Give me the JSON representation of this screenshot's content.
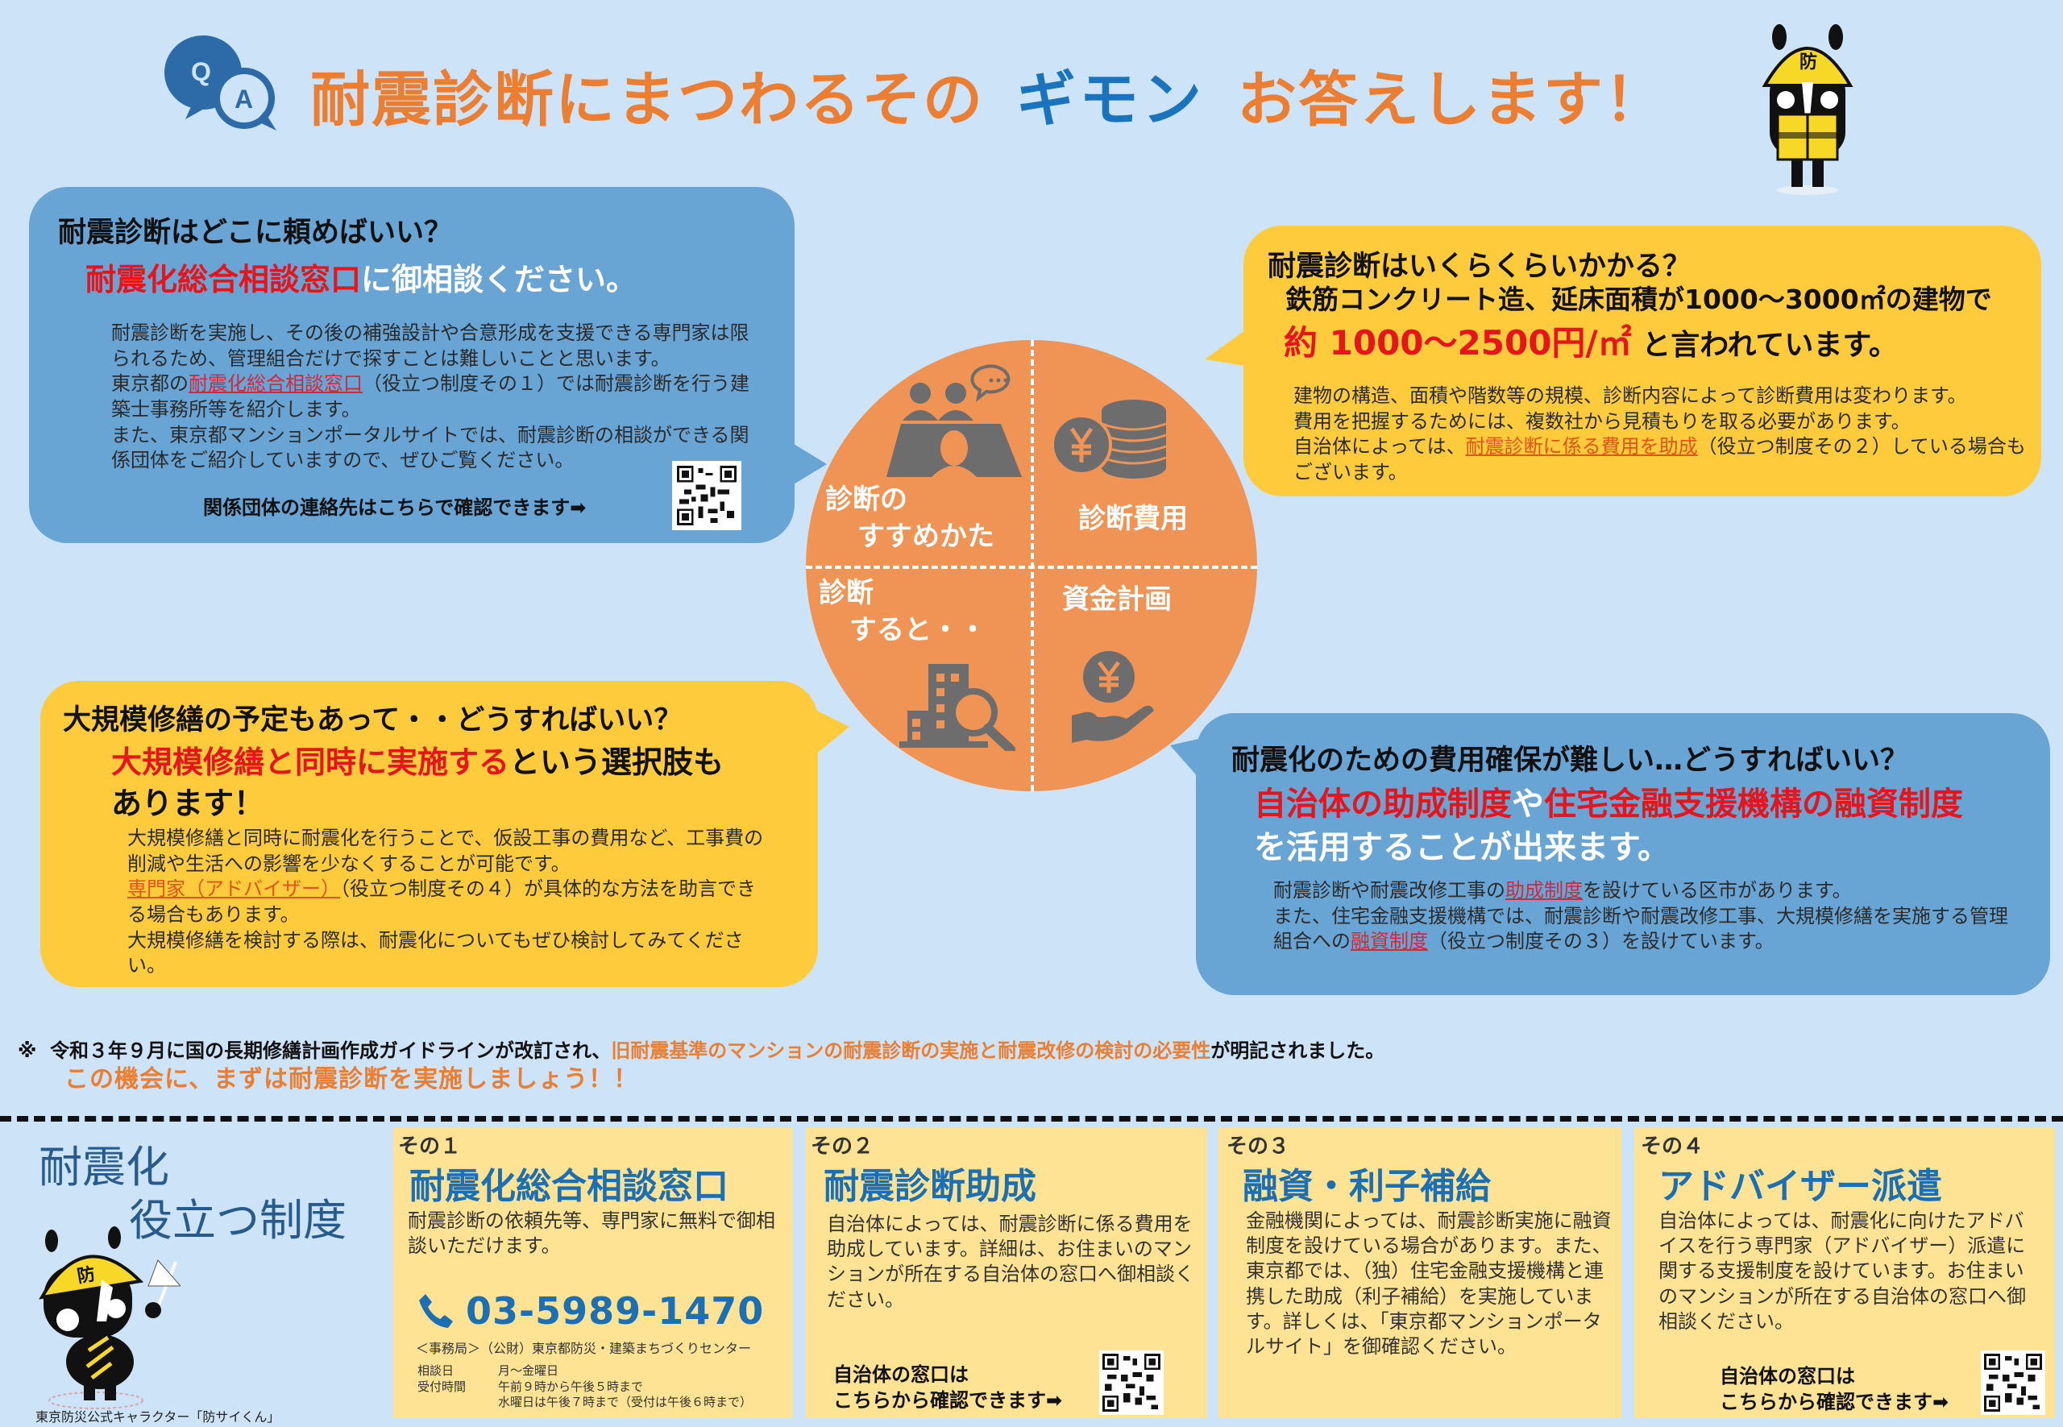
{
  "header": {
    "title_part1": "耐震診断にまつわるその",
    "title_highlight": "ギモン",
    "title_part2": "お答えします！",
    "qa_icon_q": "Q",
    "qa_icon_a": "A",
    "mascot_helmet_char": "防"
  },
  "colors": {
    "background": "#cde3f8",
    "orange": "#ec7e32",
    "blue_title": "#1a73bd",
    "bubble_blue": "#68a4d4",
    "bubble_yellow": "#fecb3c",
    "circle_orange": "#ef9455",
    "red": "#e8141b",
    "card_yellow": "#fee395"
  },
  "qa": {
    "where": {
      "question": "耐震診断はどこに頼めばいい？",
      "answer_red": "耐震化総合相談窓口",
      "answer_rest": "に御相談ください。",
      "body_line1": "耐震診断を実施し、その後の補強設計や合意形成を支援できる専門家は限られるため、管理組合だけで探すことは難しいことと思います。",
      "body_line2_pre": "東京都の",
      "body_line2_link": "耐震化総合相談窓口",
      "body_line2_post": "（役立つ制度その１）では耐震診断を行う建築士事務所等を紹介します。",
      "body_line3": "また、東京都マンションポータルサイトでは、耐震診断の相談ができる関係団体をご紹介していますので、ぜひご覧ください。",
      "cta": "関係団体の連絡先はこちらで確認できます➡"
    },
    "cost": {
      "question": "耐震診断はいくらくらいかかる？",
      "answer_line1": "鉄筋コンクリート造、延床面積が1000～3000㎡の建物で",
      "answer_red": "約 1000～2500円/㎡",
      "answer_rest": " と言われています。",
      "body_line1": "建物の構造、面積や階数等の規模、診断内容によって診断費用は変わります。",
      "body_line2": "費用を把握するためには、複数社から見積もりを取る必要があります。",
      "body_line3_pre": "自治体によっては、",
      "body_line3_link": "耐震診断に係る費用を助成",
      "body_line3_post": "（役立つ制度その２）している場合もございます。"
    },
    "repair": {
      "question": "大規模修繕の予定もあって・・どうすればいい？",
      "answer_red": "大規模修繕と同時に実施する",
      "answer_rest": "という選択肢も",
      "answer_line2": "あります！",
      "body_line1": "大規模修繕と同時に耐震化を行うことで、仮設工事の費用など、工事費の削減や生活への影響を少なくすることが可能です。",
      "body_line2_link": "専門家（アドバイザー）",
      "body_line2_post": "（役立つ制度その４）が具体的な方法を助言できる場合もあります。",
      "body_line3": "大規模修繕を検討する際は、耐震化についてもぜひ検討してみてください。"
    },
    "funding": {
      "question": "耐震化のための費用確保が難しい…どうすればいい？",
      "answer_red1": "自治体の助成制度",
      "answer_white_mid": "や",
      "answer_red2": "住宅金融支援機構の融資制度",
      "answer_line2": "を活用することが出来ます。",
      "body_line1_pre": "耐震診断や耐震改修工事の",
      "body_line1_link": "助成制度",
      "body_line1_post": "を設けている区市があります。",
      "body_line2_pre": "また、住宅金融支援機構では、耐震診断や耐震改修工事、大規模修繕を実施する管理組合への",
      "body_line2_link": "融資制度",
      "body_line2_post": "（役立つ制度その３）を設けています。"
    }
  },
  "circle": {
    "quadrants": [
      {
        "label_line1": "診断の",
        "label_line2": "すすめかた",
        "icon": "meeting-icon"
      },
      {
        "label_line1": "診断費用",
        "label_line2": "",
        "icon": "yen-coins-icon"
      },
      {
        "label_line1": "診断",
        "label_line2": "すると・・",
        "icon": "building-search-icon"
      },
      {
        "label_line1": "資金計画",
        "label_line2": "",
        "icon": "yen-hand-icon"
      }
    ]
  },
  "note": {
    "mark": "※",
    "text_pre": "令和３年９月に国の長期修繕計画作成ガイドラインが改訂され、",
    "text_orange": "旧耐震基準のマンションの耐震診断の実施と耐震改修の検討の必要性",
    "text_post": "が明記されました。",
    "call_to_action": "この機会に、まずは耐震診断を実施しましょう！！"
  },
  "systems": {
    "title_line1": "耐震化",
    "title_line2": "役立つ制度",
    "mascot_caption": "東京防災公式キャラクター「防サイくん」",
    "mascot_helmet_char": "防",
    "cards": [
      {
        "number": "その１",
        "title": "耐震化総合相談窓口",
        "body": "耐震診断の依頼先等、専門家に無料で御相談いただけます。",
        "phone": "03-5989-1470",
        "office": "＜事務局＞（公財）東京都防災・建築まちづくりセンター",
        "hours_label1": "相談日",
        "hours_value1": "月～金曜日",
        "hours_label2": "受付時間",
        "hours_value2": "午前９時から午後５時まで",
        "hours_value3": "水曜日は午後７時まで（受付は午後６時まで）"
      },
      {
        "number": "その２",
        "title": "耐震診断助成",
        "body": "自治体によっては、耐震診断に係る費用を助成しています。詳細は、お住まいのマンションが所在する自治体の窓口へ御相談ください。",
        "cta_line1": "自治体の窓口は",
        "cta_line2": "こちらから確認できます➡"
      },
      {
        "number": "その３",
        "title": "融資・利子補給",
        "body": "金融機関によっては、耐震診断実施に融資制度を設けている場合があります。また、東京都では、（独）住宅金融支援機構と連携した助成（利子補給）を実施しています。詳しくは、「東京都マンションポータルサイト」を御確認ください。"
      },
      {
        "number": "その４",
        "title": "アドバイザー派遣",
        "body": "自治体によっては、耐震化に向けたアドバイスを行う専門家（アドバイザー）派遣に関する支援制度を設けています。お住まいのマンションが所在する自治体の窓口へ御相談ください。",
        "cta_line1": "自治体の窓口は",
        "cta_line2": "こちらから確認できます➡"
      }
    ]
  }
}
